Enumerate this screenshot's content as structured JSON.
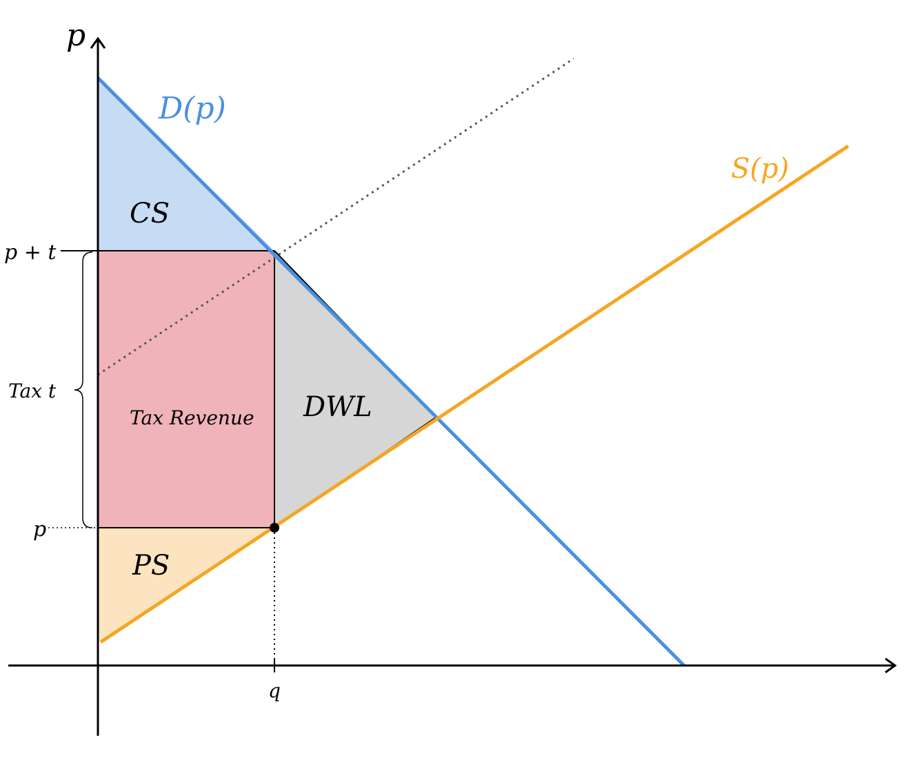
{
  "axes": {
    "y_label": "p",
    "x_label": ""
  },
  "curves": {
    "demand_label": "D(p)",
    "supply_label": "S(p)"
  },
  "regions": {
    "consumer_surplus": "CS",
    "producer_surplus": "PS",
    "tax_revenue": "Tax Revenue",
    "deadweight_loss": "DWL"
  },
  "ticks": {
    "price_plus_tax": "p + t",
    "price": "p",
    "quantity": "q"
  },
  "annotations": {
    "tax_brace": "Tax t"
  },
  "colors": {
    "demand": "#4a90e2",
    "supply": "#f5a623",
    "consumer_surplus_fill": "#c6dbf4",
    "producer_surplus_fill": "#fce4c0",
    "tax_revenue_fill": "#efb3b9",
    "deadweight_loss_fill": "#d6d6d6",
    "axis": "#000000",
    "shifted_supply": "#555555"
  }
}
